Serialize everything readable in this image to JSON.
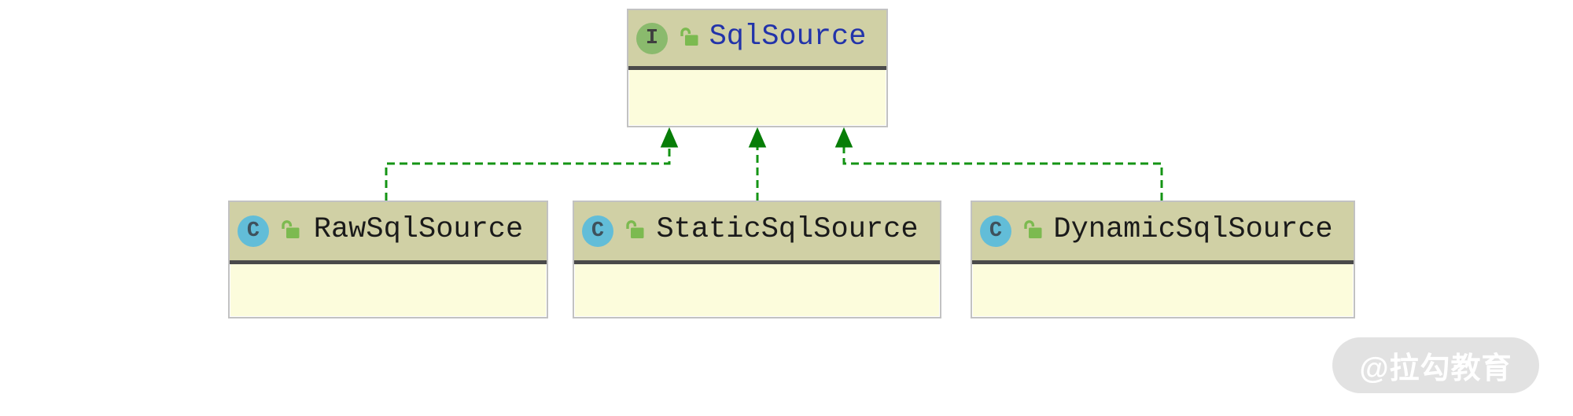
{
  "diagram": {
    "type": "uml-class-diagram",
    "nodes": [
      {
        "name": "SqlSource",
        "stereotype": "interface",
        "icon_letter": "I",
        "lock": "unlocked"
      },
      {
        "name": "RawSqlSource",
        "stereotype": "class",
        "icon_letter": "C",
        "lock": "unlocked"
      },
      {
        "name": "StaticSqlSource",
        "stereotype": "class",
        "icon_letter": "C",
        "lock": "unlocked"
      },
      {
        "name": "DynamicSqlSource",
        "stereotype": "class",
        "icon_letter": "C",
        "lock": "unlocked"
      }
    ],
    "relations": [
      {
        "from": "RawSqlSource",
        "to": "SqlSource",
        "type": "implements"
      },
      {
        "from": "StaticSqlSource",
        "to": "SqlSource",
        "type": "implements"
      },
      {
        "from": "DynamicSqlSource",
        "to": "SqlSource",
        "type": "implements"
      }
    ],
    "colors": {
      "node_header_bg": "#d0d0a5",
      "node_body_bg": "#fcfcdc",
      "node_border": "#c2c2c2",
      "header_separator": "#4a4a4a",
      "relation_line": "#149414",
      "arrowhead_fill": "#077d07",
      "interface_icon_bg": "#8aba6d",
      "class_icon_bg": "#62bdd8",
      "interface_name_color": "#2233aa",
      "class_name_color": "#1a1a1a",
      "lock_icon_color": "#7cba50"
    }
  },
  "watermark": {
    "text": "@拉勾教育"
  }
}
